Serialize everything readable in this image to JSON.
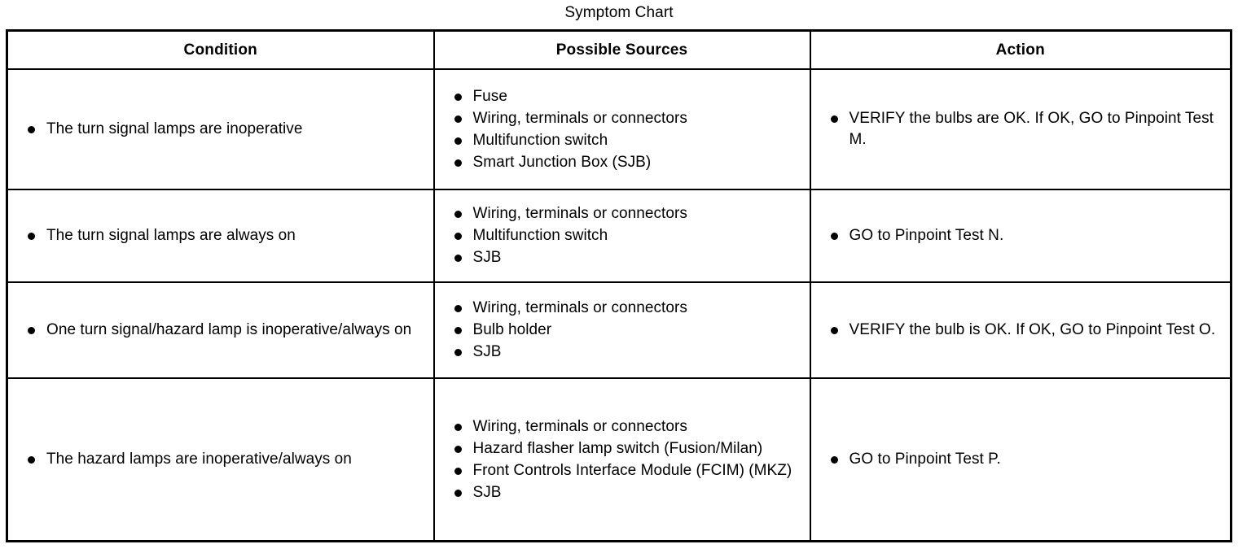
{
  "title": "Symptom Chart",
  "table": {
    "columns": [
      {
        "key": "condition",
        "label": "Condition"
      },
      {
        "key": "sources",
        "label": "Possible Sources"
      },
      {
        "key": "action",
        "label": "Action"
      }
    ],
    "rows": [
      {
        "condition": [
          "The turn signal lamps are inoperative"
        ],
        "sources": [
          "Fuse",
          "Wiring, terminals or connectors",
          "Multifunction switch",
          "Smart Junction Box (SJB)"
        ],
        "action": [
          "VERIFY the bulbs are OK. If OK, GO to Pinpoint Test M."
        ]
      },
      {
        "condition": [
          "The turn signal lamps are always on"
        ],
        "sources": [
          "Wiring, terminals or connectors",
          "Multifunction switch",
          "SJB"
        ],
        "action": [
          "GO to Pinpoint Test N."
        ]
      },
      {
        "condition": [
          "One turn signal/hazard lamp is inoperative/always on"
        ],
        "sources": [
          "Wiring, terminals or connectors",
          "Bulb holder",
          "SJB"
        ],
        "action": [
          "VERIFY the bulb is OK. If OK, GO to Pinpoint Test O."
        ]
      },
      {
        "condition": [
          "The hazard lamps are inoperative/always on"
        ],
        "sources": [
          "Wiring, terminals or connectors",
          "Hazard flasher lamp switch (Fusion/Milan)",
          "Front Controls Interface Module (FCIM) (MKZ)",
          "SJB"
        ],
        "action": [
          "GO to Pinpoint Test P."
        ]
      }
    ]
  },
  "colors": {
    "text": "#000000",
    "background": "#ffffff",
    "border": "#000000"
  }
}
